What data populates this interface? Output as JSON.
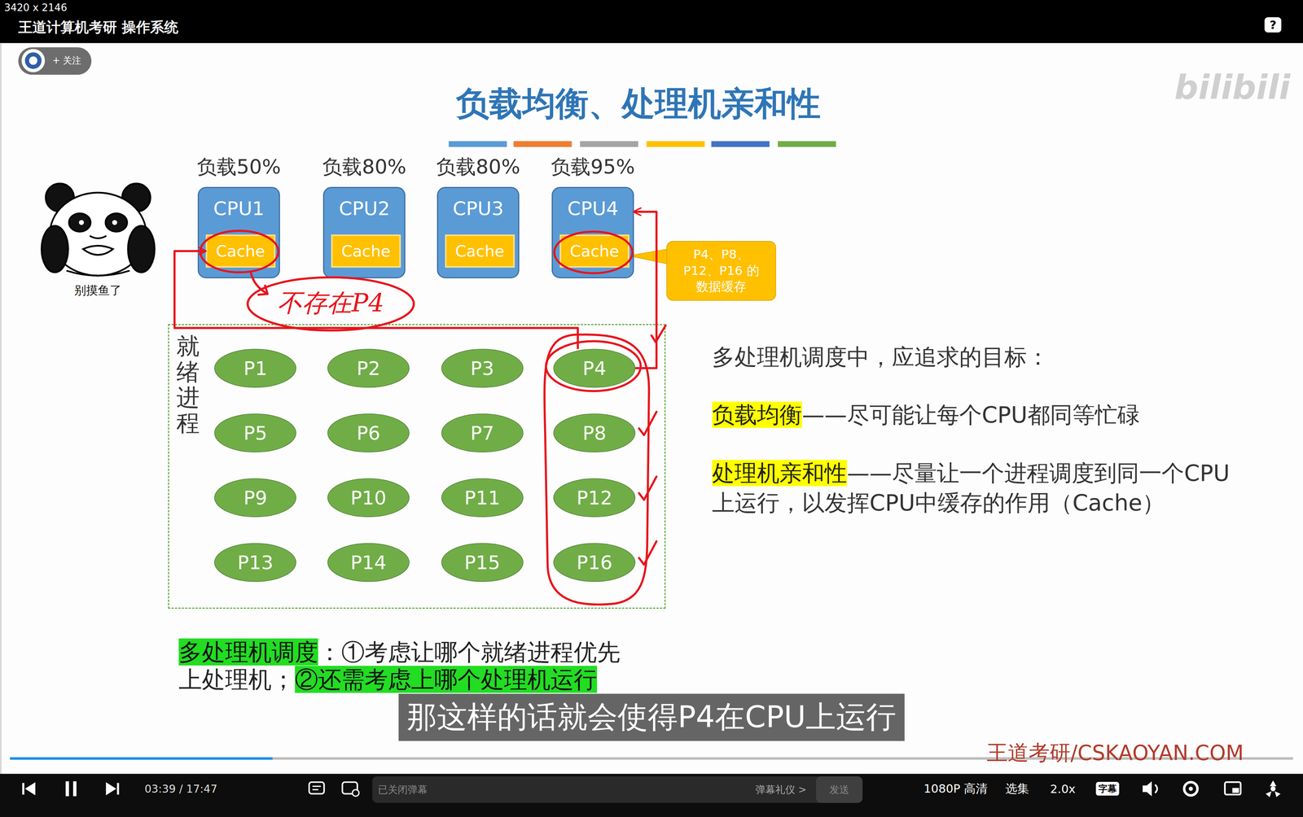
{
  "diagram": {
    "title": "负载均衡、处理机亲和性",
    "nodes": [
      {
        "text": [
          "负载50%",
          "CPU1"
        ]
      },
      {
        "text": [
          "Cache"
        ],
        "in": 0
      },
      {
        "text": [
          "负载80%",
          "CPU2"
        ]
      },
      {
        "text": [
          "Cache"
        ],
        "in": 2
      },
      {
        "text": [
          "负载80%",
          "CPU3"
        ]
      },
      {
        "text": [
          "Cache"
        ],
        "in": 4
      },
      {
        "text": [
          "负载95%",
          "CPU4"
        ]
      },
      {
        "text": [
          "Cache"
        ],
        "in": 6
      },
      {
        "text": [
          "P4、P8、 P12、P16 的数据缓存"
        ]
      },
      {
        "text": [
          "就绪进程"
        ]
      },
      {
        "text": [
          "P1"
        ],
        "in": 9
      },
      {
        "text": [
          "P2"
        ],
        "in": 9
      },
      {
        "text": [
          "P3"
        ],
        "in": 9
      },
      {
        "text": [
          "P4"
        ],
        "in": 9
      },
      {
        "text": [
          "P5"
        ],
        "in": 9
      },
      {
        "text": [
          "P6"
        ],
        "in": 9
      },
      {
        "text": [
          "P7"
        ],
        "in": 9
      },
      {
        "text": [
          "P8"
        ],
        "in": 9
      },
      {
        "text": [
          "P9"
        ],
        "in": 9
      },
      {
        "text": [
          "P10"
        ],
        "in": 9
      },
      {
        "text": [
          "P11"
        ],
        "in": 9
      },
      {
        "text": [
          "P12"
        ],
        "in": 9
      },
      {
        "text": [
          "P13"
        ],
        "in": 9
      },
      {
        "text": [
          "P14"
        ],
        "in": 9
      },
      {
        "text": [
          "P15"
        ],
        "in": 9
      },
      {
        "text": [
          "P16"
        ],
        "in": 9
      }
    ],
    "edges": [
      {
        "from": 13,
        "to": 1,
        "arrow": "to"
      },
      {
        "from": 13,
        "to": 6,
        "arrow": "to"
      }
    ],
    "labels": [
      "3420 x 2146",
      "王道计算机考研 操作系统",
      "?",
      "+ 关注",
      "bilibili",
      "别摸鱼了",
      "不存在P4",
      "多处理机调度中，应追求的目标：",
      "负载均衡",
      "——尽可能让每个CPU都同等忙碌",
      "处理机亲和性",
      "——尽量让一个进程调度到同一个CPU上运行，以发挥CPU中缓存的作用（Cache）",
      "多处理机调度",
      "：①考虑让哪个就绪进程优先上处理机；",
      "②还需考虑上哪个处理机运行",
      "那这样的话就会使得P4在CPU上运行",
      "王道考研/CSKAOYAN.COM",
      "03:39 / 17:47",
      "已关闭弹幕",
      "弹幕礼仪 >",
      "发送",
      "1080P 高清",
      "选集",
      "2.0x",
      "字幕"
    ]
  }
}
